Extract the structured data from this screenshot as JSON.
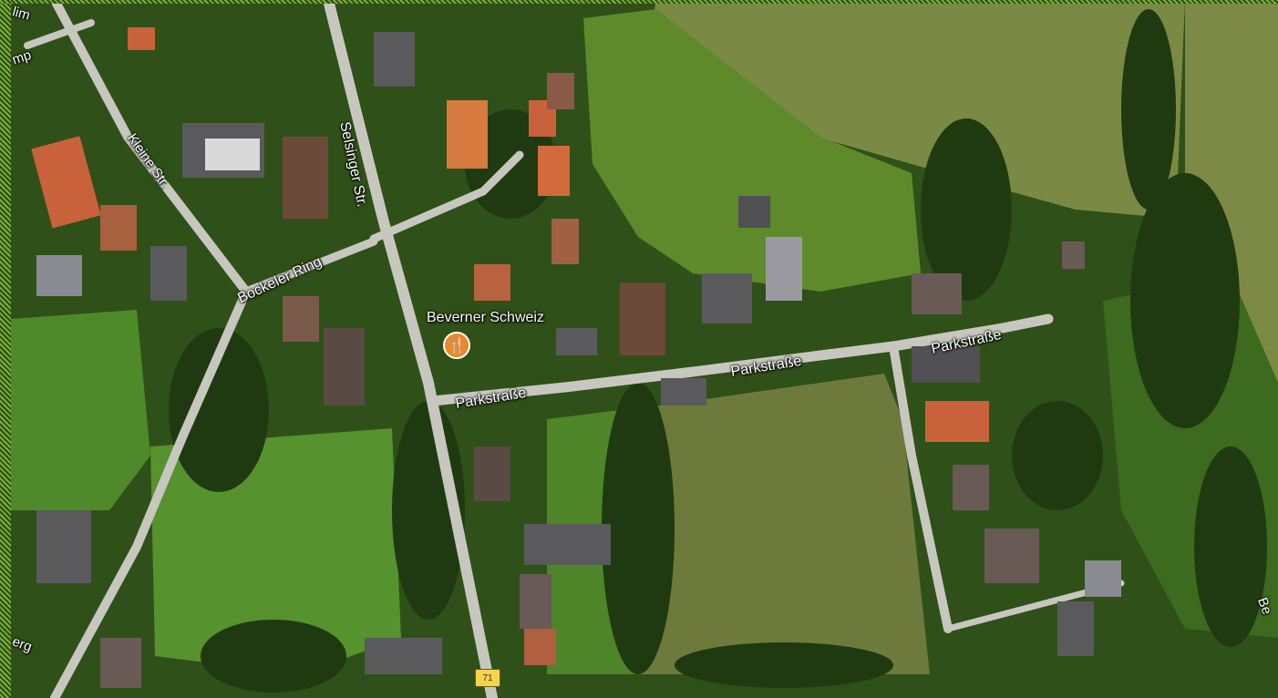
{
  "map": {
    "type": "satellite",
    "streets": [
      {
        "id": "kleine-str",
        "label": "Kleine Str."
      },
      {
        "id": "selsinger-str",
        "label": "Selsinger Str."
      },
      {
        "id": "bockeler-ring",
        "label": "Bockeler Ring"
      },
      {
        "id": "parkstrasse-west",
        "label": "Parkstraße"
      },
      {
        "id": "parkstrasse-middle",
        "label": "Parkstraße"
      },
      {
        "id": "parkstrasse-east",
        "label": "Parkstraße"
      }
    ],
    "edge_labels": {
      "top_left_1": "lim",
      "top_left_2": "mp",
      "bottom_left": "erg",
      "right_edge": "Be"
    },
    "poi": {
      "name": "Beverner Schweiz",
      "category": "restaurant",
      "icon": "fork-knife-icon"
    },
    "route_shield": {
      "number": "71"
    },
    "colors": {
      "field_dark": "#3f6a1e",
      "field_light": "#6f8f3a",
      "road": "#c7c7bf",
      "roof_orange": "#c9623a",
      "roof_gray": "#5a5a5c",
      "poi": "#e8892b"
    }
  }
}
